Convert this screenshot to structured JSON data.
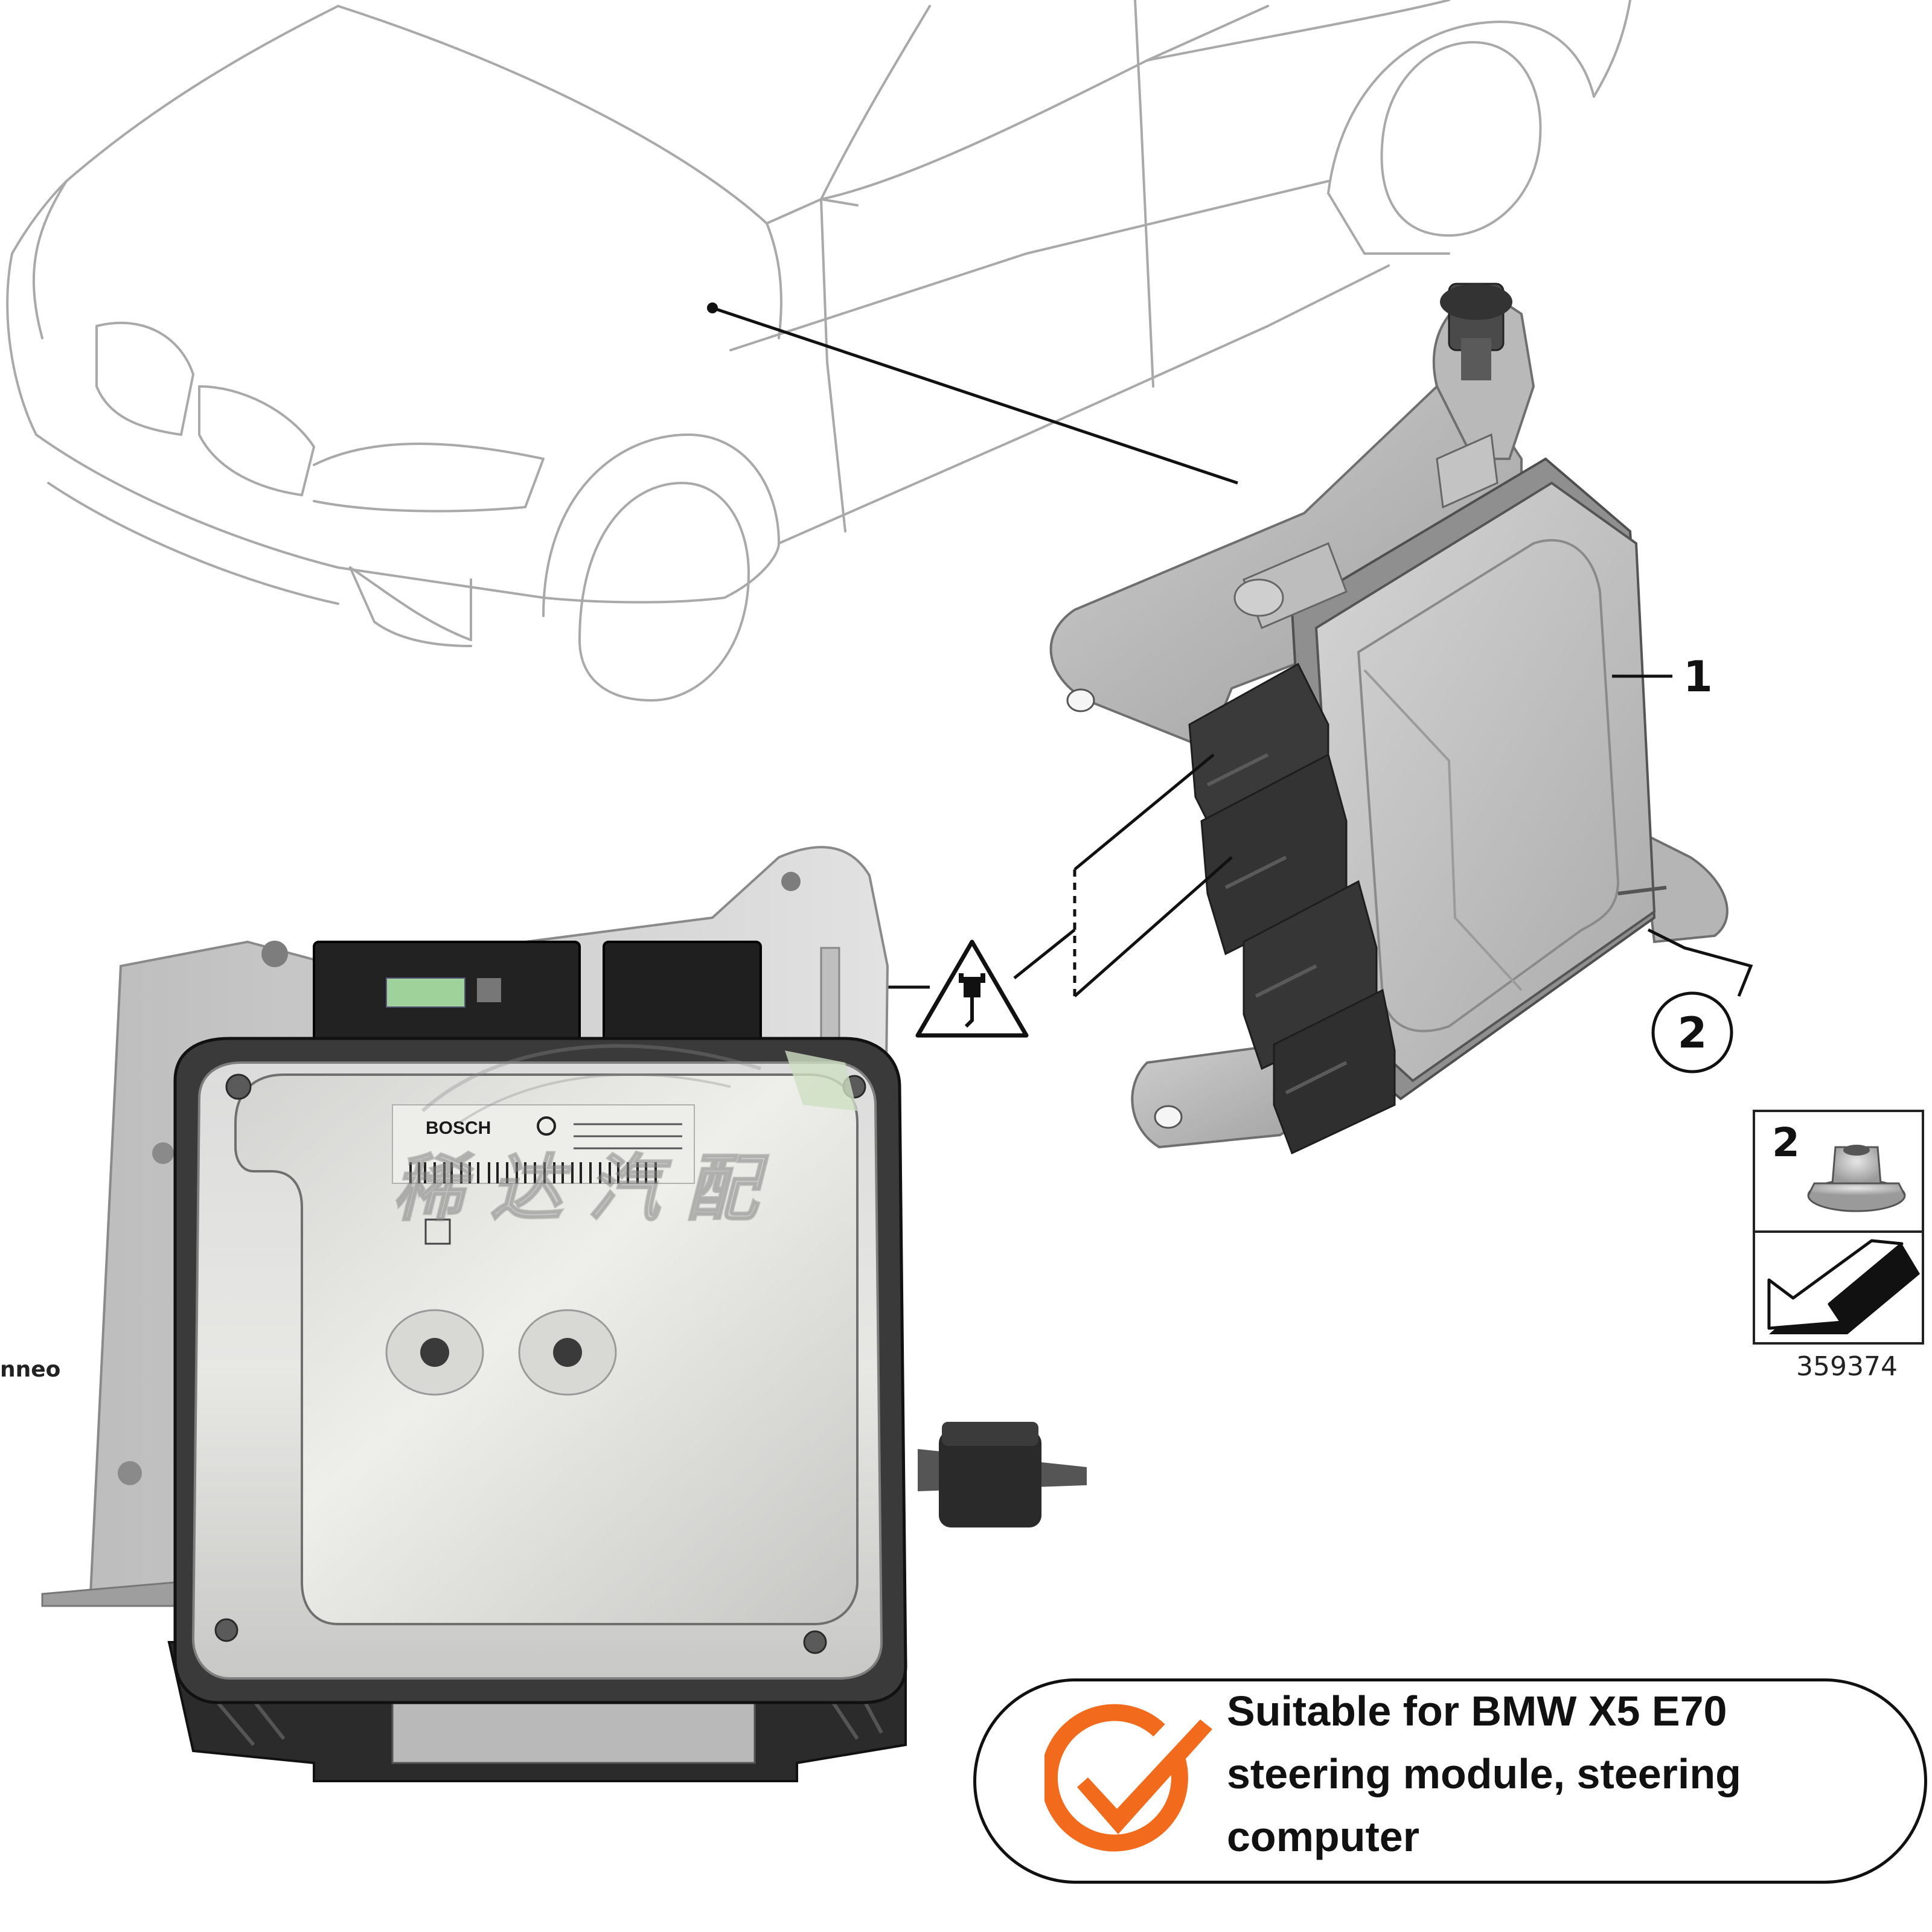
{
  "callout": {
    "lines": [
      "Suitable for BMW X5 E70",
      "steering module, steering",
      "computer"
    ],
    "accent_color": "#f26a1b"
  },
  "diagram": {
    "part_labels": {
      "module": "1",
      "nut": "2",
      "nut_inset": "2"
    },
    "reference_number": "359374",
    "connector_symbol": "plug-warning-icon"
  },
  "photo": {
    "brand_label": "BOSCH",
    "watermark": "稀 达 汽 配",
    "edge_text": "nneo"
  },
  "colors": {
    "line_art": "#a9a9a9",
    "ink": "#111111",
    "metal": "#c9c9c9",
    "connector": "#3a3a3a"
  }
}
